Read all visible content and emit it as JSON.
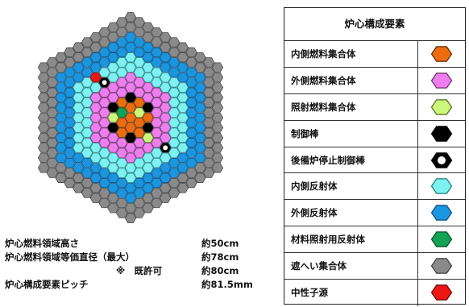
{
  "core_map": {
    "rings": [
      {
        "component": "inner_fuel",
        "from": 0,
        "to": 2
      },
      {
        "component": "outer_fuel",
        "from": 3,
        "to": 4
      },
      {
        "component": "inner_reflector",
        "from": 5,
        "to": 6
      },
      {
        "component": "outer_reflector",
        "from": 7,
        "to": 8
      },
      {
        "component": "shielding",
        "from": 9,
        "to": 10
      }
    ],
    "special_cells": [
      {
        "component": "control_rod",
        "q": 0,
        "r": -2
      },
      {
        "component": "control_rod",
        "q": 2,
        "r": -2
      },
      {
        "component": "control_rod",
        "q": 2,
        "r": 0
      },
      {
        "component": "control_rod",
        "q": 0,
        "r": 2
      },
      {
        "component": "control_rod",
        "q": -2,
        "r": 2
      },
      {
        "component": "control_rod",
        "q": -2,
        "r": 0
      },
      {
        "component": "irradiation_fuel",
        "q": 1,
        "r": -1
      },
      {
        "component": "irradiation_fuel",
        "q": -2,
        "r": 1
      },
      {
        "component": "irradiation_fuel",
        "q": 2,
        "r": 1
      },
      {
        "component": "material_reflector",
        "q": -1,
        "r": 0
      },
      {
        "component": "backup_control_rod",
        "q": -3,
        "r": -2
      },
      {
        "component": "backup_control_rod",
        "q": 4,
        "r": 1
      },
      {
        "component": "neutron_source",
        "q": -4,
        "r": -2
      }
    ]
  },
  "specs": {
    "fuel_height_label": "炉心燃料領域高さ",
    "fuel_height_value": "約50cm",
    "fuel_diameter_label": "炉心燃料領域等価直径（最大）",
    "fuel_diameter_value": "約78cm",
    "permit_label": "※　既許可",
    "permit_value": "約80cm",
    "pitch_label": "炉心構成要素ピッチ",
    "pitch_value": "約81.5mm"
  },
  "legend": {
    "title": "炉心構成要素",
    "items": [
      {
        "key": "inner_fuel",
        "label": "内側燃料集合体",
        "fill": "#ee6c10",
        "stroke": "#5a2a00",
        "ring": false
      },
      {
        "key": "outer_fuel",
        "label": "外側燃料集合体",
        "fill": "#ee7eee",
        "stroke": "#6a2a6a",
        "ring": false
      },
      {
        "key": "irradiation_fuel",
        "label": "照射燃料集合体",
        "fill": "#ccf77a",
        "stroke": "#4f6a1a",
        "ring": false
      },
      {
        "key": "control_rod",
        "label": "制御棒",
        "fill": "#000000",
        "stroke": "#000000",
        "ring": false
      },
      {
        "key": "backup_control_rod",
        "label": "後備炉停止制御棒",
        "fill": "#000000",
        "stroke": "#000000",
        "ring": true
      },
      {
        "key": "inner_reflector",
        "label": "内側反射体",
        "fill": "#7ef2f2",
        "stroke": "#1b7a7a",
        "ring": false
      },
      {
        "key": "outer_reflector",
        "label": "外側反射体",
        "fill": "#1a96e0",
        "stroke": "#0a4a7a",
        "ring": false
      },
      {
        "key": "material_reflector",
        "label": "材料照射用反射体",
        "fill": "#11a253",
        "stroke": "#06502a",
        "ring": false
      },
      {
        "key": "shielding",
        "label": "遮へい集合体",
        "fill": "#8a8a8a",
        "stroke": "#3d3d3d",
        "ring": false
      },
      {
        "key": "neutron_source",
        "label": "中性子源",
        "fill": "#ee1515",
        "stroke": "#6a0000",
        "ring": false
      }
    ]
  }
}
